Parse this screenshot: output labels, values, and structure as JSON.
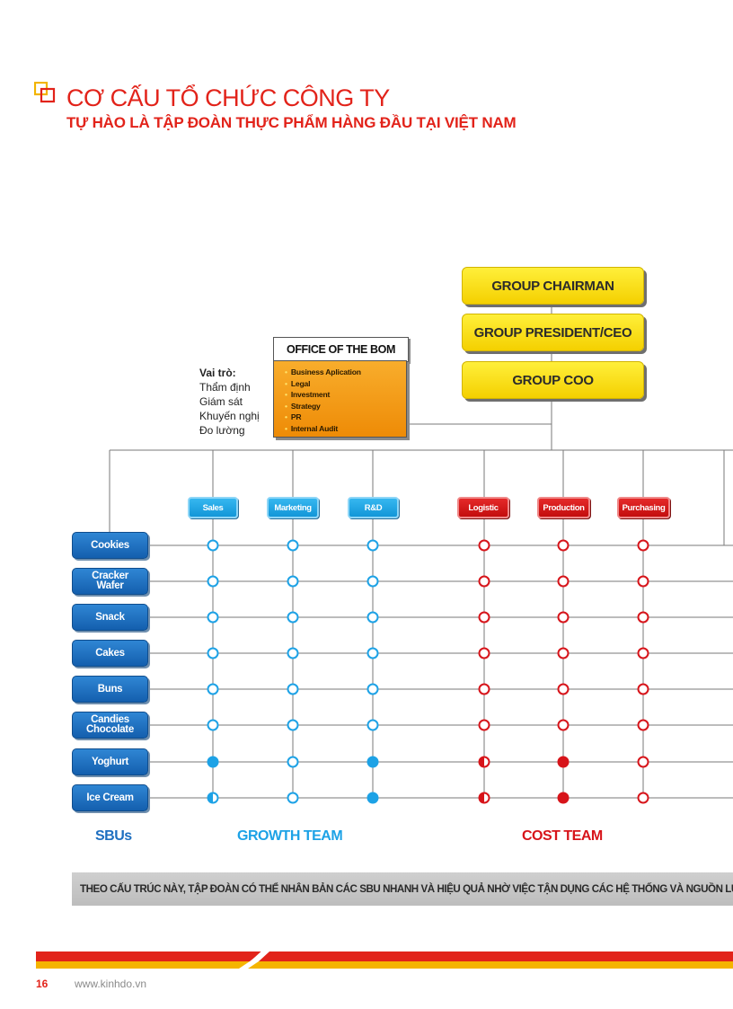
{
  "header": {
    "title": "CƠ CẤU TỔ CHỨC CÔNG TY",
    "subtitle": "TỰ HÀO LÀ TẬP ĐOÀN THỰC PHẨM HÀNG ĐẦU TẠI VIỆT NAM"
  },
  "executives": [
    "GROUP CHAIRMAN",
    "GROUP PRESIDENT/CEO",
    "GROUP COO"
  ],
  "office": {
    "title": "OFFICE OF THE BOM",
    "items": [
      "Business Aplication",
      "Legal",
      "Investment",
      "Strategy",
      "PR",
      "Internal Audit"
    ]
  },
  "roles": {
    "title": "Vai trò:",
    "items": [
      "Thẩm định",
      "Giám sát",
      "Khuyến nghị",
      "Đo lường"
    ]
  },
  "growth_functions": [
    "Sales",
    "Marketing",
    "R&D"
  ],
  "cost_functions": [
    "Logistic",
    "Production",
    "Purchasing"
  ],
  "sbus": [
    "Cookies",
    "Cracker\nWafer",
    "Snack",
    "Cakes",
    "Buns",
    "Candies\nChocolate",
    "Yoghurt",
    "Ice Cream"
  ],
  "nodes": [
    [
      "o",
      "o",
      "o",
      "o",
      "o",
      "o"
    ],
    [
      "o",
      "o",
      "o",
      "o",
      "o",
      "o"
    ],
    [
      "o",
      "o",
      "o",
      "o",
      "o",
      "o"
    ],
    [
      "o",
      "o",
      "o",
      "o",
      "o",
      "o"
    ],
    [
      "o",
      "o",
      "o",
      "o",
      "o",
      "o"
    ],
    [
      "o",
      "o",
      "o",
      "o",
      "o",
      "o"
    ],
    [
      "f",
      "o",
      "f",
      "h",
      "f",
      "o"
    ],
    [
      "h",
      "o",
      "f",
      "h",
      "f",
      "o"
    ]
  ],
  "labels": {
    "sbus": "SBUs",
    "growth": "GROWTH TEAM",
    "cost": "COST TEAM"
  },
  "banner": "THEO CẤU TRÚC NÀY, TẬP ĐOÀN CÓ THỂ NHÂN BẢN CÁC SBU NHANH VÀ HIỆU QUẢ NHỜ VIỆC TẬN DỤNG CÁC HỆ THỐNG VÀ NGUỒN LỰC SẴN CÓ",
  "footer": {
    "page_number": "16",
    "website": "www.kinhdo.vn"
  },
  "colors": {
    "accent_red": "#e2231a",
    "growth_blue": "#1da2e6",
    "cost_red": "#d7141a",
    "exec_yellow": "#f7dc00",
    "office_orange": "#f29a12",
    "sbu_blue": "#1e6fc0"
  }
}
